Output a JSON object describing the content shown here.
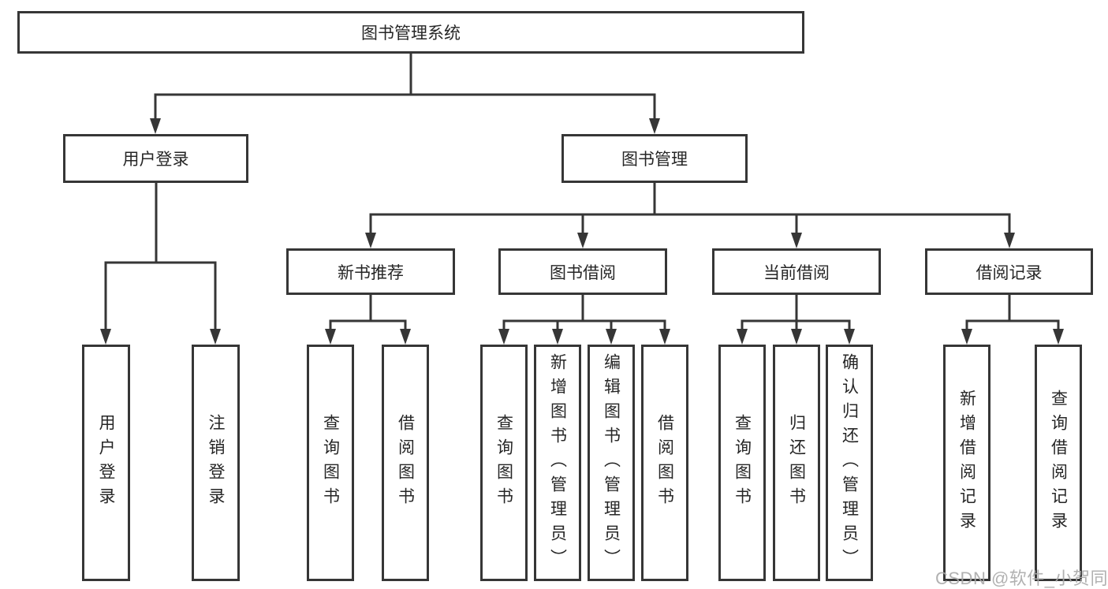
{
  "diagram_title": "图书管理系统",
  "watermark": "CSDN @软件_小贺同学",
  "colors": {
    "line": "#363636",
    "box_border": "#363636",
    "box_fill": "#ffffff",
    "text": "#262626",
    "watermark": "#a8a8a8",
    "background": "#ffffff"
  },
  "tree": {
    "label": "图书管理系统",
    "children": [
      {
        "label": "用户登录",
        "children": [
          {
            "label": "用户登录"
          },
          {
            "label": "注销登录"
          }
        ]
      },
      {
        "label": "图书管理",
        "children": [
          {
            "label": "新书推荐",
            "children": [
              {
                "label": "查询图书"
              },
              {
                "label": "借阅图书"
              }
            ]
          },
          {
            "label": "图书借阅",
            "children": [
              {
                "label": "查询图书"
              },
              {
                "label": "新增图书（管理员）"
              },
              {
                "label": "编辑图书（管理员）"
              },
              {
                "label": "借阅图书"
              }
            ]
          },
          {
            "label": "当前借阅",
            "children": [
              {
                "label": "查询图书"
              },
              {
                "label": "归还图书"
              },
              {
                "label": "确认归还（管理员）"
              }
            ]
          },
          {
            "label": "借阅记录",
            "children": [
              {
                "label": "新增借阅记录"
              },
              {
                "label": "查询借阅记录"
              }
            ]
          }
        ]
      }
    ]
  }
}
